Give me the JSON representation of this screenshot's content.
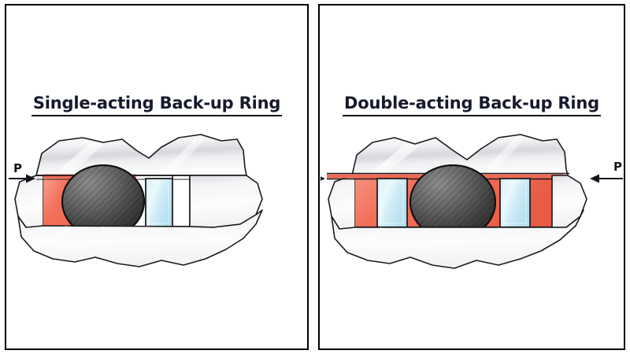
{
  "document": {
    "type": "technical-illustration",
    "subject": "Back-up ring configurations for O-ring seals",
    "background_color": "#ffffff",
    "panel_border_color": "#000000"
  },
  "panels": [
    {
      "id": "single-acting",
      "title": "Single-acting Back-up Ring",
      "title_underlined": true,
      "title_color": "#161a2b",
      "pressure_labels": [
        {
          "text": "P",
          "side": "left",
          "arrow_direction": "right"
        }
      ],
      "components": [
        {
          "name": "housing-body",
          "material": "metal",
          "color": "#e9eaec",
          "description": "sectioned metal body with jagged break lines"
        },
        {
          "name": "o-ring-seal",
          "material": "elastomer",
          "color": "#f0725e",
          "description": "red elastomer seal filling the upstream side of the groove"
        },
        {
          "name": "sealing-ball",
          "material": "hatched-metal",
          "color": "#4a4a4a",
          "description": "dark hatched circular seal cross-section"
        },
        {
          "name": "back-up-ring",
          "material": "ptfe",
          "color": "#bfe6f2",
          "count": 1,
          "description": "single light-blue back-up ring on downstream side"
        }
      ]
    },
    {
      "id": "double-acting",
      "title": "Double-acting Back-up Ring",
      "title_underlined": true,
      "title_color": "#161a2b",
      "pressure_labels": [
        {
          "text": "P",
          "side": "left",
          "arrow_direction": "right"
        },
        {
          "text": "P",
          "side": "right",
          "arrow_direction": "left"
        }
      ],
      "components": [
        {
          "name": "housing-body",
          "material": "metal",
          "color": "#e9eaec",
          "description": "sectioned metal body with jagged break lines"
        },
        {
          "name": "o-ring-seal",
          "material": "elastomer",
          "color": "#f0725e",
          "description": "red elastomer seal surrounding the ball"
        },
        {
          "name": "sealing-ball",
          "material": "hatched-metal",
          "color": "#4a4a4a",
          "description": "dark hatched circular seal cross-section"
        },
        {
          "name": "back-up-ring",
          "material": "ptfe",
          "color": "#bfe6f2",
          "count": 2,
          "description": "light-blue back-up rings on both sides"
        }
      ]
    }
  ],
  "palette": {
    "metal_light": "#fdfdfe",
    "metal_mid": "#e4e5e8",
    "metal_dark": "#c9cbd0",
    "seal_red": "#f0725e",
    "seal_red_dark": "#c9402c",
    "ring_blue": "#bfe6f2",
    "ring_blue_light": "#e6f6fb",
    "ball_light": "#7e7e7e",
    "ball_dark": "#2c2c2c",
    "outline": "#1a1a1a"
  }
}
